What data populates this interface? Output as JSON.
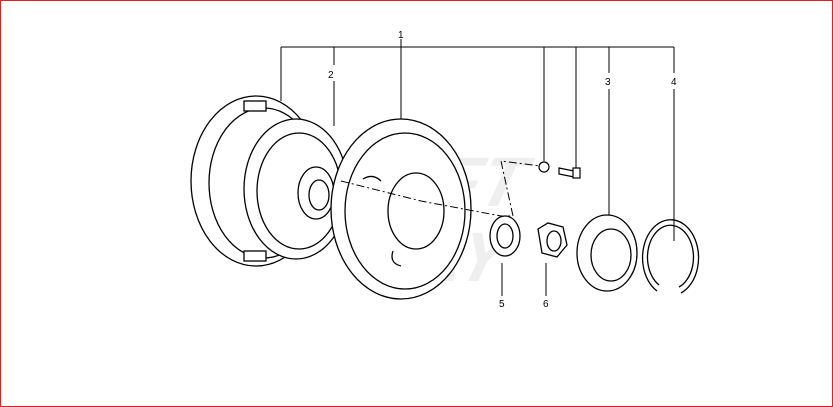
{
  "diagram": {
    "watermark": "SOFT WAY",
    "callouts": [
      {
        "id": "1",
        "label": "1"
      },
      {
        "id": "2",
        "label": "2"
      },
      {
        "id": "3",
        "label": "3"
      },
      {
        "id": "4",
        "label": "4"
      },
      {
        "id": "5",
        "label": "5"
      },
      {
        "id": "6",
        "label": "6"
      }
    ]
  }
}
